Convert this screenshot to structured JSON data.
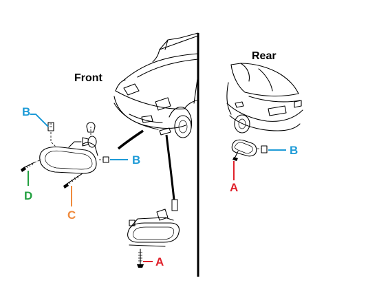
{
  "headings": {
    "front": "Front",
    "rear": "Rear"
  },
  "callouts": {
    "front_side_marker_screw": "A",
    "front_clip_top": "B",
    "front_clip_right": "B",
    "front_screw_long": "C",
    "front_screw_short": "D",
    "rear_clip": "B",
    "rear_screw": "A"
  },
  "colors": {
    "A": "#e0202a",
    "B": "#1e9bd7",
    "C": "#f08a3c",
    "D": "#23a040",
    "line_art": "#000000"
  }
}
